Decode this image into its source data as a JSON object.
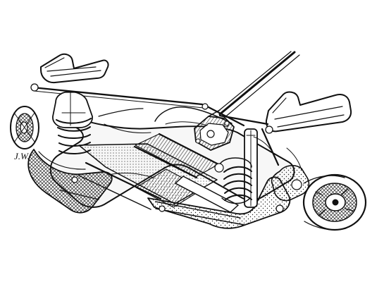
{
  "image": {
    "subject": "front-suspension-cutaway-illustration",
    "style": "monochrome-pen-and-ink",
    "signature_text": "J.W.",
    "colors": {
      "ink": "#111111",
      "paper": "#ffffff",
      "midtone": "#8f8f8f",
      "light": "#d8d8d8"
    }
  }
}
